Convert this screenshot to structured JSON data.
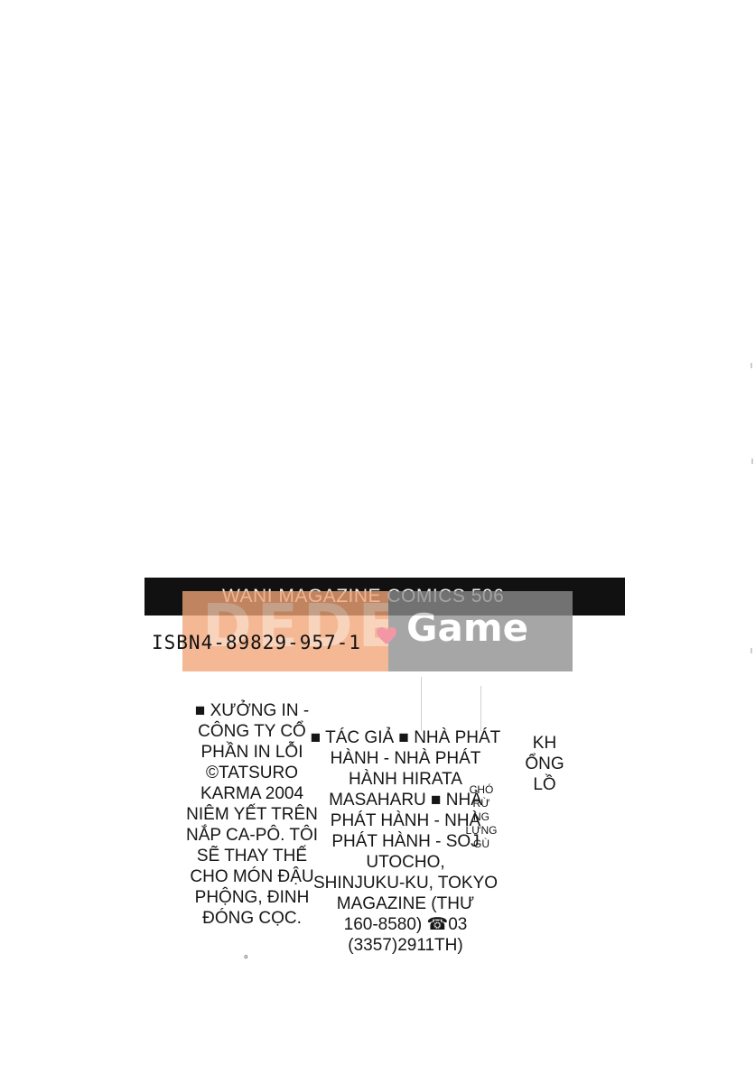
{
  "series": {
    "label": "WANI MAGAZINE COMICS 506"
  },
  "watermark": {
    "left_text": "DEDE",
    "right_text": "Game",
    "colors": {
      "left_bg": "#f3a578",
      "right_bg": "#8e8e8e",
      "heart": "#f07b8f"
    }
  },
  "isbn": {
    "text": "ISBN4-89829-957-1"
  },
  "colophon": {
    "left_lines": [
      "■ XƯỞNG IN -",
      "CÔNG TY CỔ",
      "PHẦN IN LỖI",
      "©TATSURO",
      "KARMA 2004",
      "NIÊM YẾT TRÊN",
      "NẮP CA-PÔ. TÔI",
      "SẼ THAY THẾ",
      "CHO MÓN ĐẬU",
      "PHỘNG, ĐINH",
      "ĐÓNG CỌC."
    ],
    "mid_lines": [
      "■ TÁC GIẢ ■ NHÀ PHÁT",
      "HÀNH - NHÀ PHÁT",
      "HÀNH HIRATA",
      "MASAHARU ■ NHÀ",
      "PHÁT HÀNH - NHÀ",
      "PHÁT HÀNH - SOJ",
      "UTOCHO,",
      "SHINJUKU-KU, TOKYO",
      "MAGAZINE (THƯ",
      "160-8580) ☎03",
      "(3357)2911TH)"
    ],
    "right_lines": [
      "KH",
      "ỔNG",
      "LỒ"
    ],
    "tiny_lines": [
      "CHÓ",
      "RỪ",
      "NG",
      "LƯNG",
      "GÙ"
    ],
    "dot": "。"
  }
}
